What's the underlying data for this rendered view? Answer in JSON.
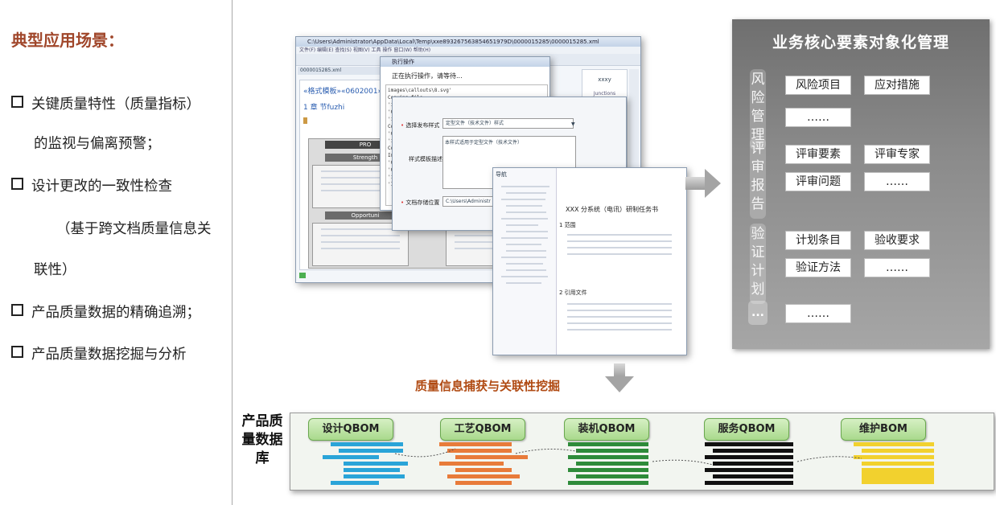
{
  "left": {
    "title": "典型应用场景：",
    "bullets": [
      {
        "line1": "关键质量特性（质量指标）",
        "line2": "的监视与偏离预警；"
      },
      {
        "line1": "设计更改的一致性检查",
        "line2": "（基于跨文档质量信息关",
        "line3": "联性）"
      },
      {
        "line1": "产品质量数据的精确追溯；"
      },
      {
        "line1": "产品质量数据挖掘与分析"
      }
    ]
  },
  "screens": {
    "main_window_title": "C:\\Users\\Administrator\\AppData\\Local\\Temp\\xxe893267563854651979D\\0000015285\\0000015285.xml",
    "main_menu": "文件(F)  编辑(E)  查找(S)  视图(V)  工具  操作  窗口(W)  帮助(H)",
    "main_tab": "0000015285.xml",
    "template_heading": "«格式模板»«0602001»",
    "chapter_heading": "1 章 节fuzhi",
    "panel_header_1": "Strength",
    "panel_header_2": "Opportuni",
    "exec_dialog_title": "执行操作",
    "exec_dialog_msg": "正在执行操作，请等待...",
    "exec_log": "images\\callouts\\8.svg'\nCopying file\n'im\n'C:\n'im\nCop\n'C:\n'im\nCop\nImag\n'C:\n'C:\n'im\n'Im",
    "publish_label": "选择发布样式",
    "publish_value": "定型文件（技术文件）样式",
    "desc_label": "样式模板描述",
    "desc_value": "本样式适用于定型文件（技术文件）",
    "save_label": "文档存储位置",
    "save_value": "C:\\Users\\Administr",
    "nav_title": "导航",
    "doc_title": "XXX 分系统（电讯）研制任务书",
    "doc_sec1": "1  范围",
    "doc_sec2": "2  引用文件",
    "xxxy_label": "xxxy",
    "junctions_label": "Junctions"
  },
  "right": {
    "title": "业务核心要素对象化管理",
    "groups": [
      {
        "label": "风险管理",
        "cells": [
          "风险项目",
          "应对措施",
          "……"
        ]
      },
      {
        "label": "评审报告",
        "cells": [
          "评审要素",
          "评审专家",
          "评审问题",
          "……"
        ]
      },
      {
        "label": "验证计划",
        "cells": [
          "计划条目",
          "验收要求",
          "验证方法",
          "……"
        ]
      },
      {
        "label": "...",
        "cells": [
          "……"
        ]
      }
    ]
  },
  "bottom": {
    "capture_label": "质量信息捕获与关联性挖掘",
    "db_label": "产品质量数据库",
    "boms": [
      "设计QBOM",
      "工艺QBOM",
      "装机QBOM",
      "服务QBOM",
      "维护BOM"
    ]
  }
}
